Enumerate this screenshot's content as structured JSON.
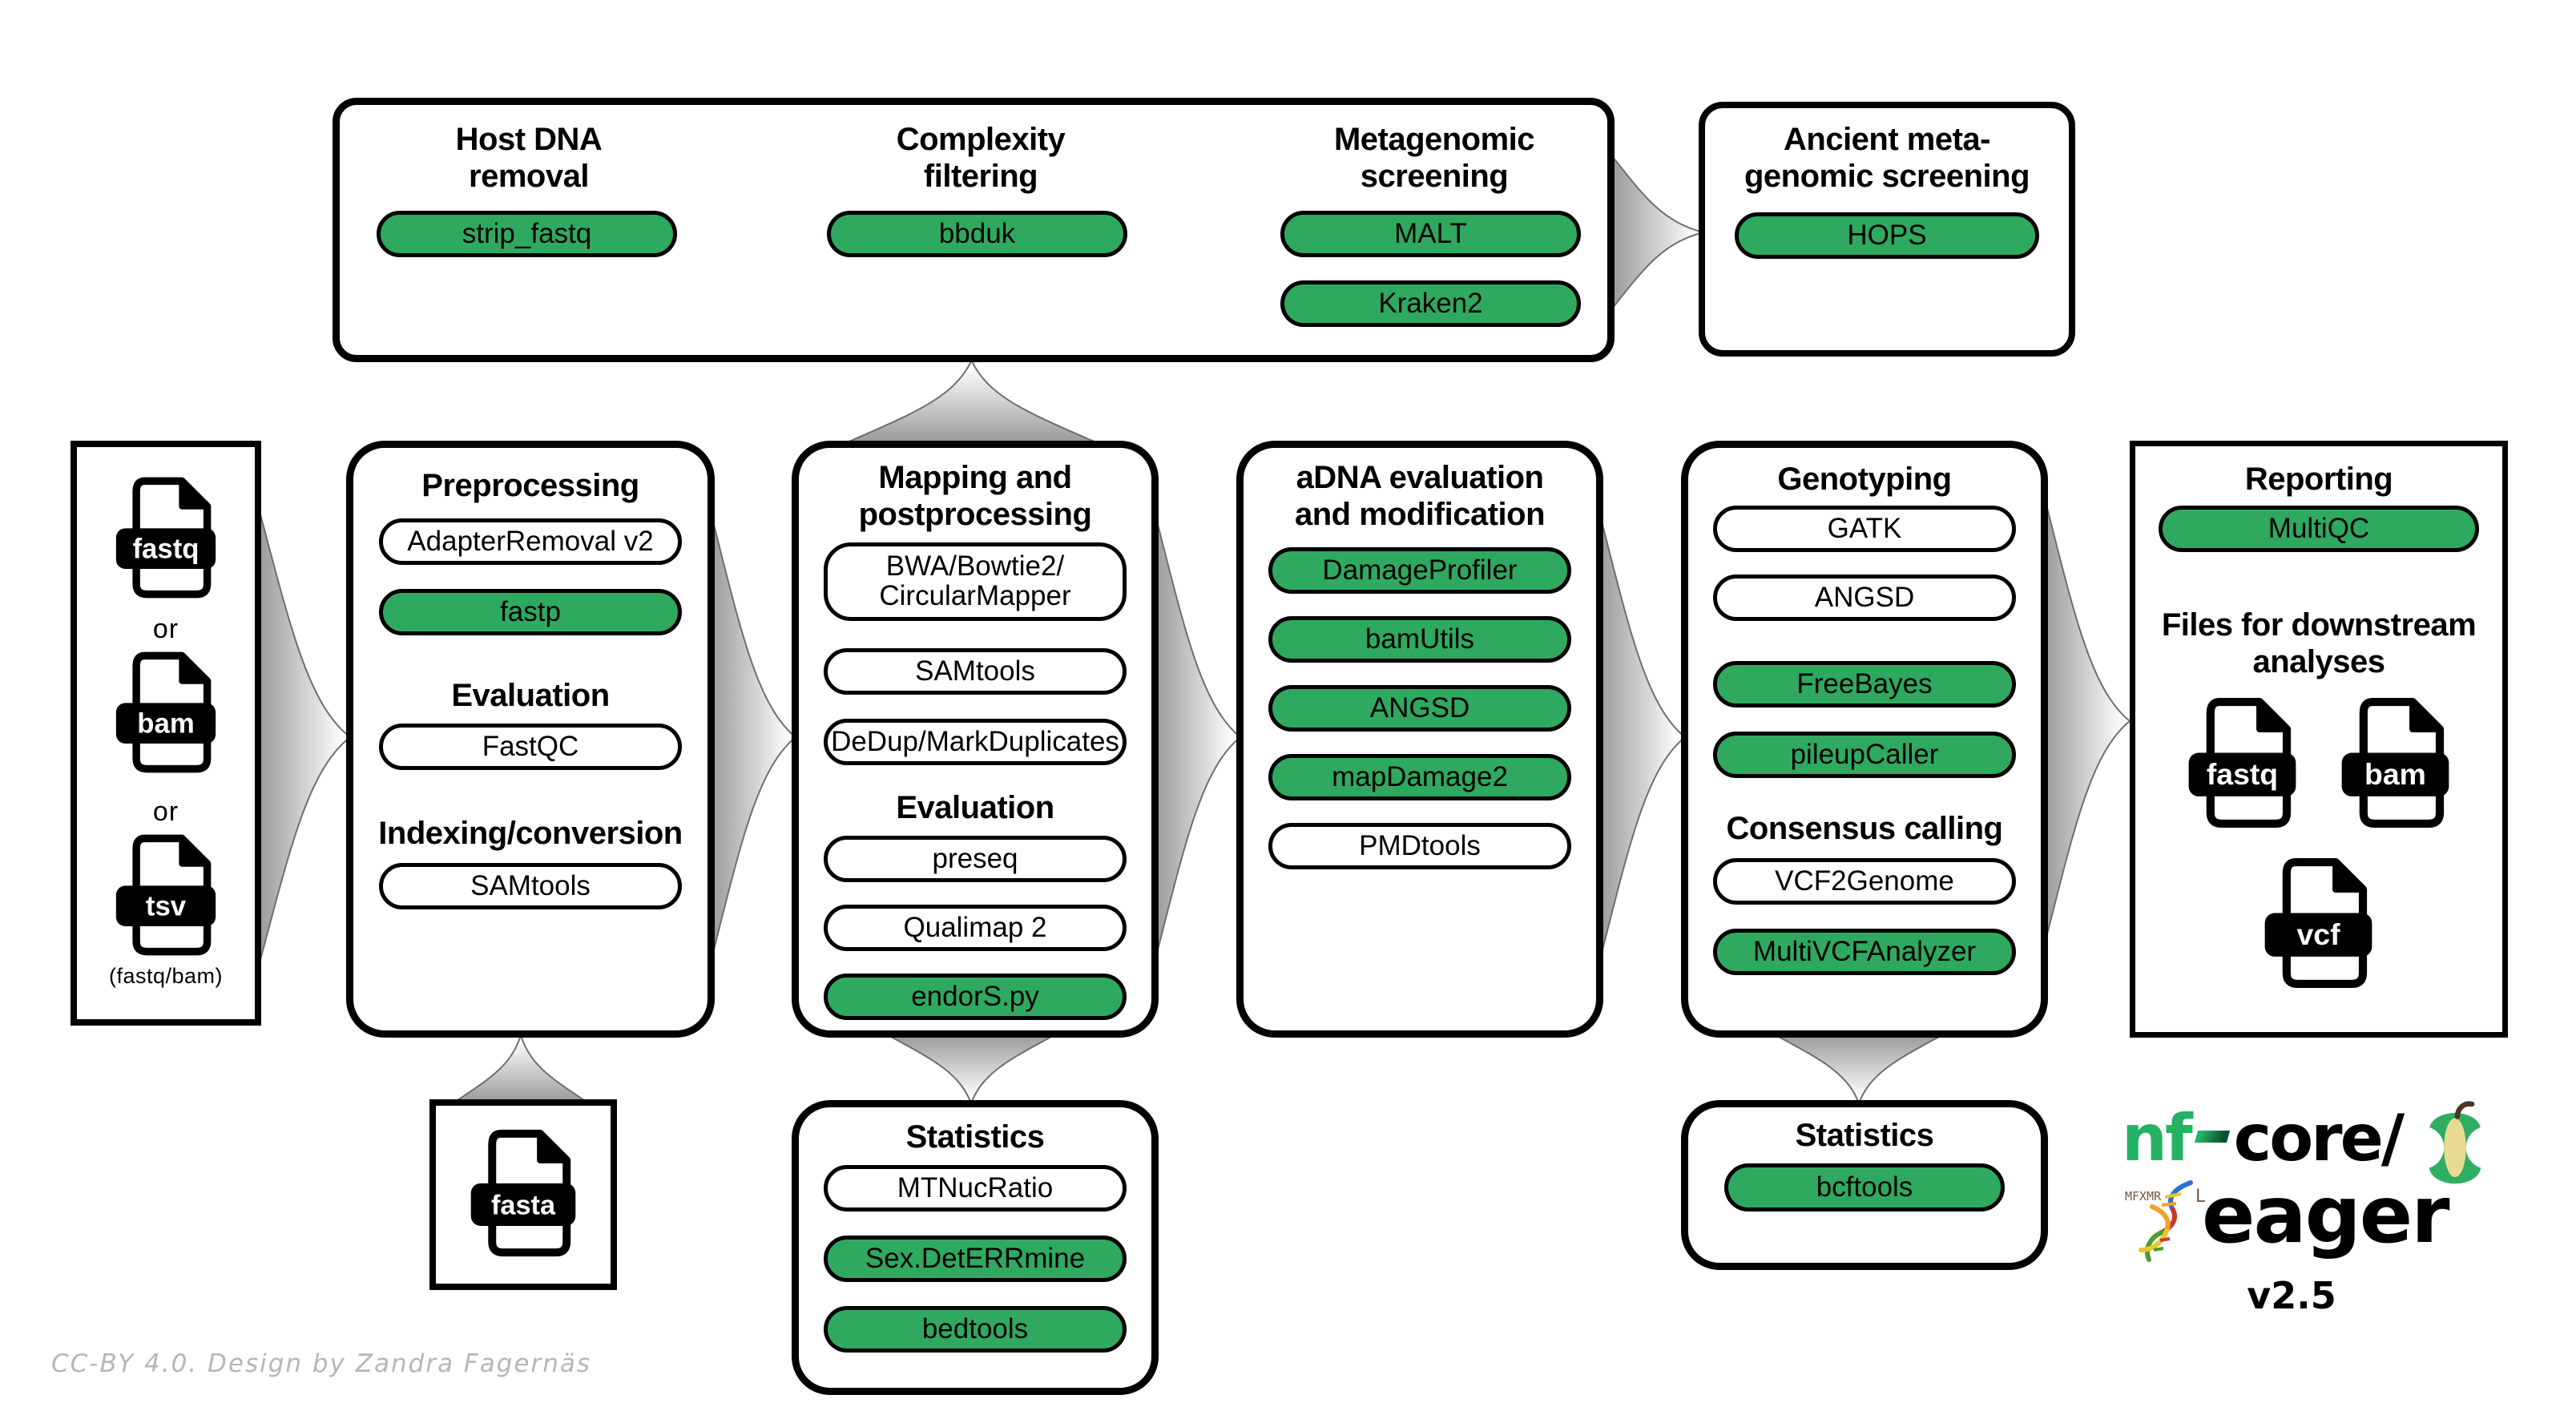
{
  "colors": {
    "pill_green": "#2fa95f",
    "logo_green": "#25b264",
    "arrow_gray": "#8f8f8f",
    "credit_gray": "#b6b6b6",
    "outline_black": "#000000"
  },
  "top_box": {
    "groups": [
      {
        "title_line1": "Host DNA",
        "title_line2": "removal",
        "pill": "strip_fastq"
      },
      {
        "title_line1": "Complexity",
        "title_line2": "filtering",
        "pill": "bbduk"
      },
      {
        "title_line1": "Metagenomic",
        "title_line2": "screening",
        "pill1": "MALT",
        "pill2": "Kraken2"
      }
    ]
  },
  "ancient_box": {
    "title_line1": "Ancient meta-",
    "title_line2": "genomic screening",
    "pill": "HOPS"
  },
  "input_box": {
    "file1": "fastq",
    "or1": "or",
    "file2": "bam",
    "or2": "or",
    "file3": "tsv",
    "note": "(fastq/bam)"
  },
  "preprocessing": {
    "title": "Preprocessing",
    "pill1": "AdapterRemoval v2",
    "pill2": "fastp",
    "heading2": "Evaluation",
    "pill3": "FastQC",
    "heading3": "Indexing/conversion",
    "pill4": "SAMtools"
  },
  "mapping": {
    "title_line1": "Mapping and",
    "title_line2": "postprocessing",
    "pill1_line1": "BWA/Bowtie2/",
    "pill1_line2": "CircularMapper",
    "pill2": "SAMtools",
    "pill3": "DeDup/MarkDuplicates",
    "heading2": "Evaluation",
    "pill4": "preseq",
    "pill5": "Qualimap 2",
    "pill6": "endorS.py"
  },
  "adna": {
    "title_line1": "aDNA evaluation",
    "title_line2": "and modification",
    "pill1": "DamageProfiler",
    "pill2": "bamUtils",
    "pill3": "ANGSD",
    "pill4": "mapDamage2",
    "pill5": "PMDtools"
  },
  "genotyping": {
    "title": "Genotyping",
    "pill1": "GATK",
    "pill2": "ANGSD",
    "pill3": "FreeBayes",
    "pill4": "pileupCaller",
    "heading2": "Consensus calling",
    "pill5": "VCF2Genome",
    "pill6": "MultiVCFAnalyzer"
  },
  "reporting": {
    "title": "Reporting",
    "pill1": "MultiQC",
    "heading2_line1": "Files for downstream",
    "heading2_line2": "analyses",
    "file1": "fastq",
    "file2": "bam",
    "file3": "vcf"
  },
  "fasta_box": {
    "file": "fasta"
  },
  "statistics_mid": {
    "title": "Statistics",
    "pill1": "MTNucRatio",
    "pill2": "Sex.DetERRmine",
    "pill3": "bedtools"
  },
  "statistics_right": {
    "title": "Statistics",
    "pill1": "bcftools"
  },
  "logo": {
    "nf": "nf",
    "core": "core/",
    "name": "eager",
    "version": "v2.5",
    "runes": "MFXMR",
    "rune_l": "L"
  },
  "credit": "CC-BY 4.0. Design by Zandra Fagernäs"
}
